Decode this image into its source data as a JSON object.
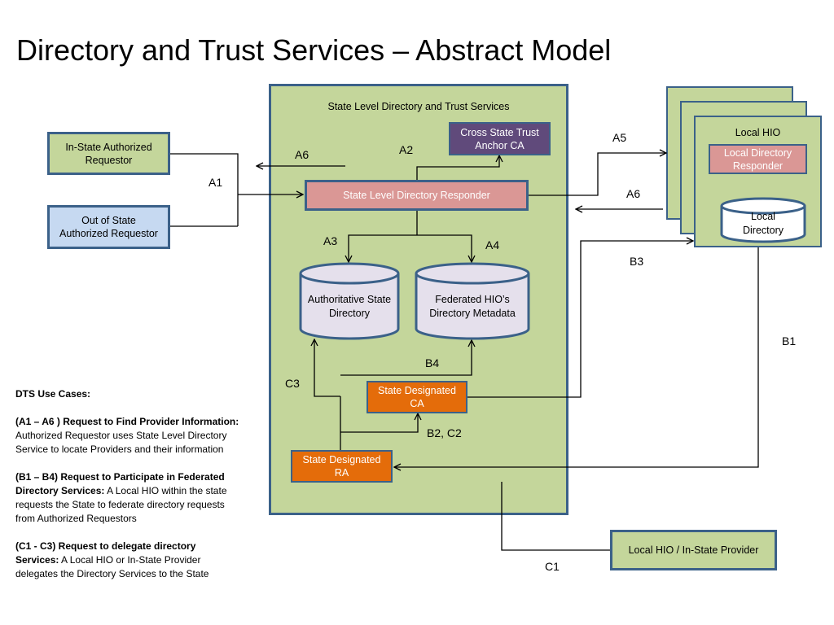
{
  "title": "Directory and Trust Services – Abstract Model",
  "state_container_label": "State Level Directory and Trust Services",
  "nodes": {
    "in_state": "In-State Authorized Requestor",
    "out_state": "Out of State Authorized Requestor",
    "cross_state": "Cross State Trust Anchor CA",
    "responder": "State Level Directory Responder",
    "auth_dir": "Authoritative State Directory",
    "fed_meta": "Federated HIO’s Directory Metadata",
    "sd_ca": "State Designated CA",
    "sd_ra": "State Designated RA",
    "local_hio": "Local HIO",
    "local_responder": "Local Directory Responder",
    "local_directory": "Local Directory",
    "local_provider": "Local HIO / In-State Provider"
  },
  "edge_labels": {
    "a1": "A1",
    "a2": "A2",
    "a3": "A3",
    "a4": "A4",
    "a5": "A5",
    "a6_left": "A6",
    "a6_right": "A6",
    "b1": "B1",
    "b3": "B3",
    "b4": "B4",
    "b2c2": "B2, C2",
    "c1": "C1",
    "c3": "C3"
  },
  "notes": {
    "heading": "DTS Use Cases:",
    "a_bold": "(A1 – A6 ) Request to Find Provider Information:",
    "a_text": " Authorized Requestor uses State Level Directory Service to locate Providers and their information",
    "b_bold": "(B1 – B4) Request to Participate in Federated  Directory Services:",
    "b_text": " A Local HIO within the state requests the State to federate directory requests from Authorized Requestors",
    "c_bold": "(C1 - C3) Request to delegate directory Services:",
    "c_text": "  A Local HIO or In-State Provider delegates the Directory Services to the State"
  }
}
